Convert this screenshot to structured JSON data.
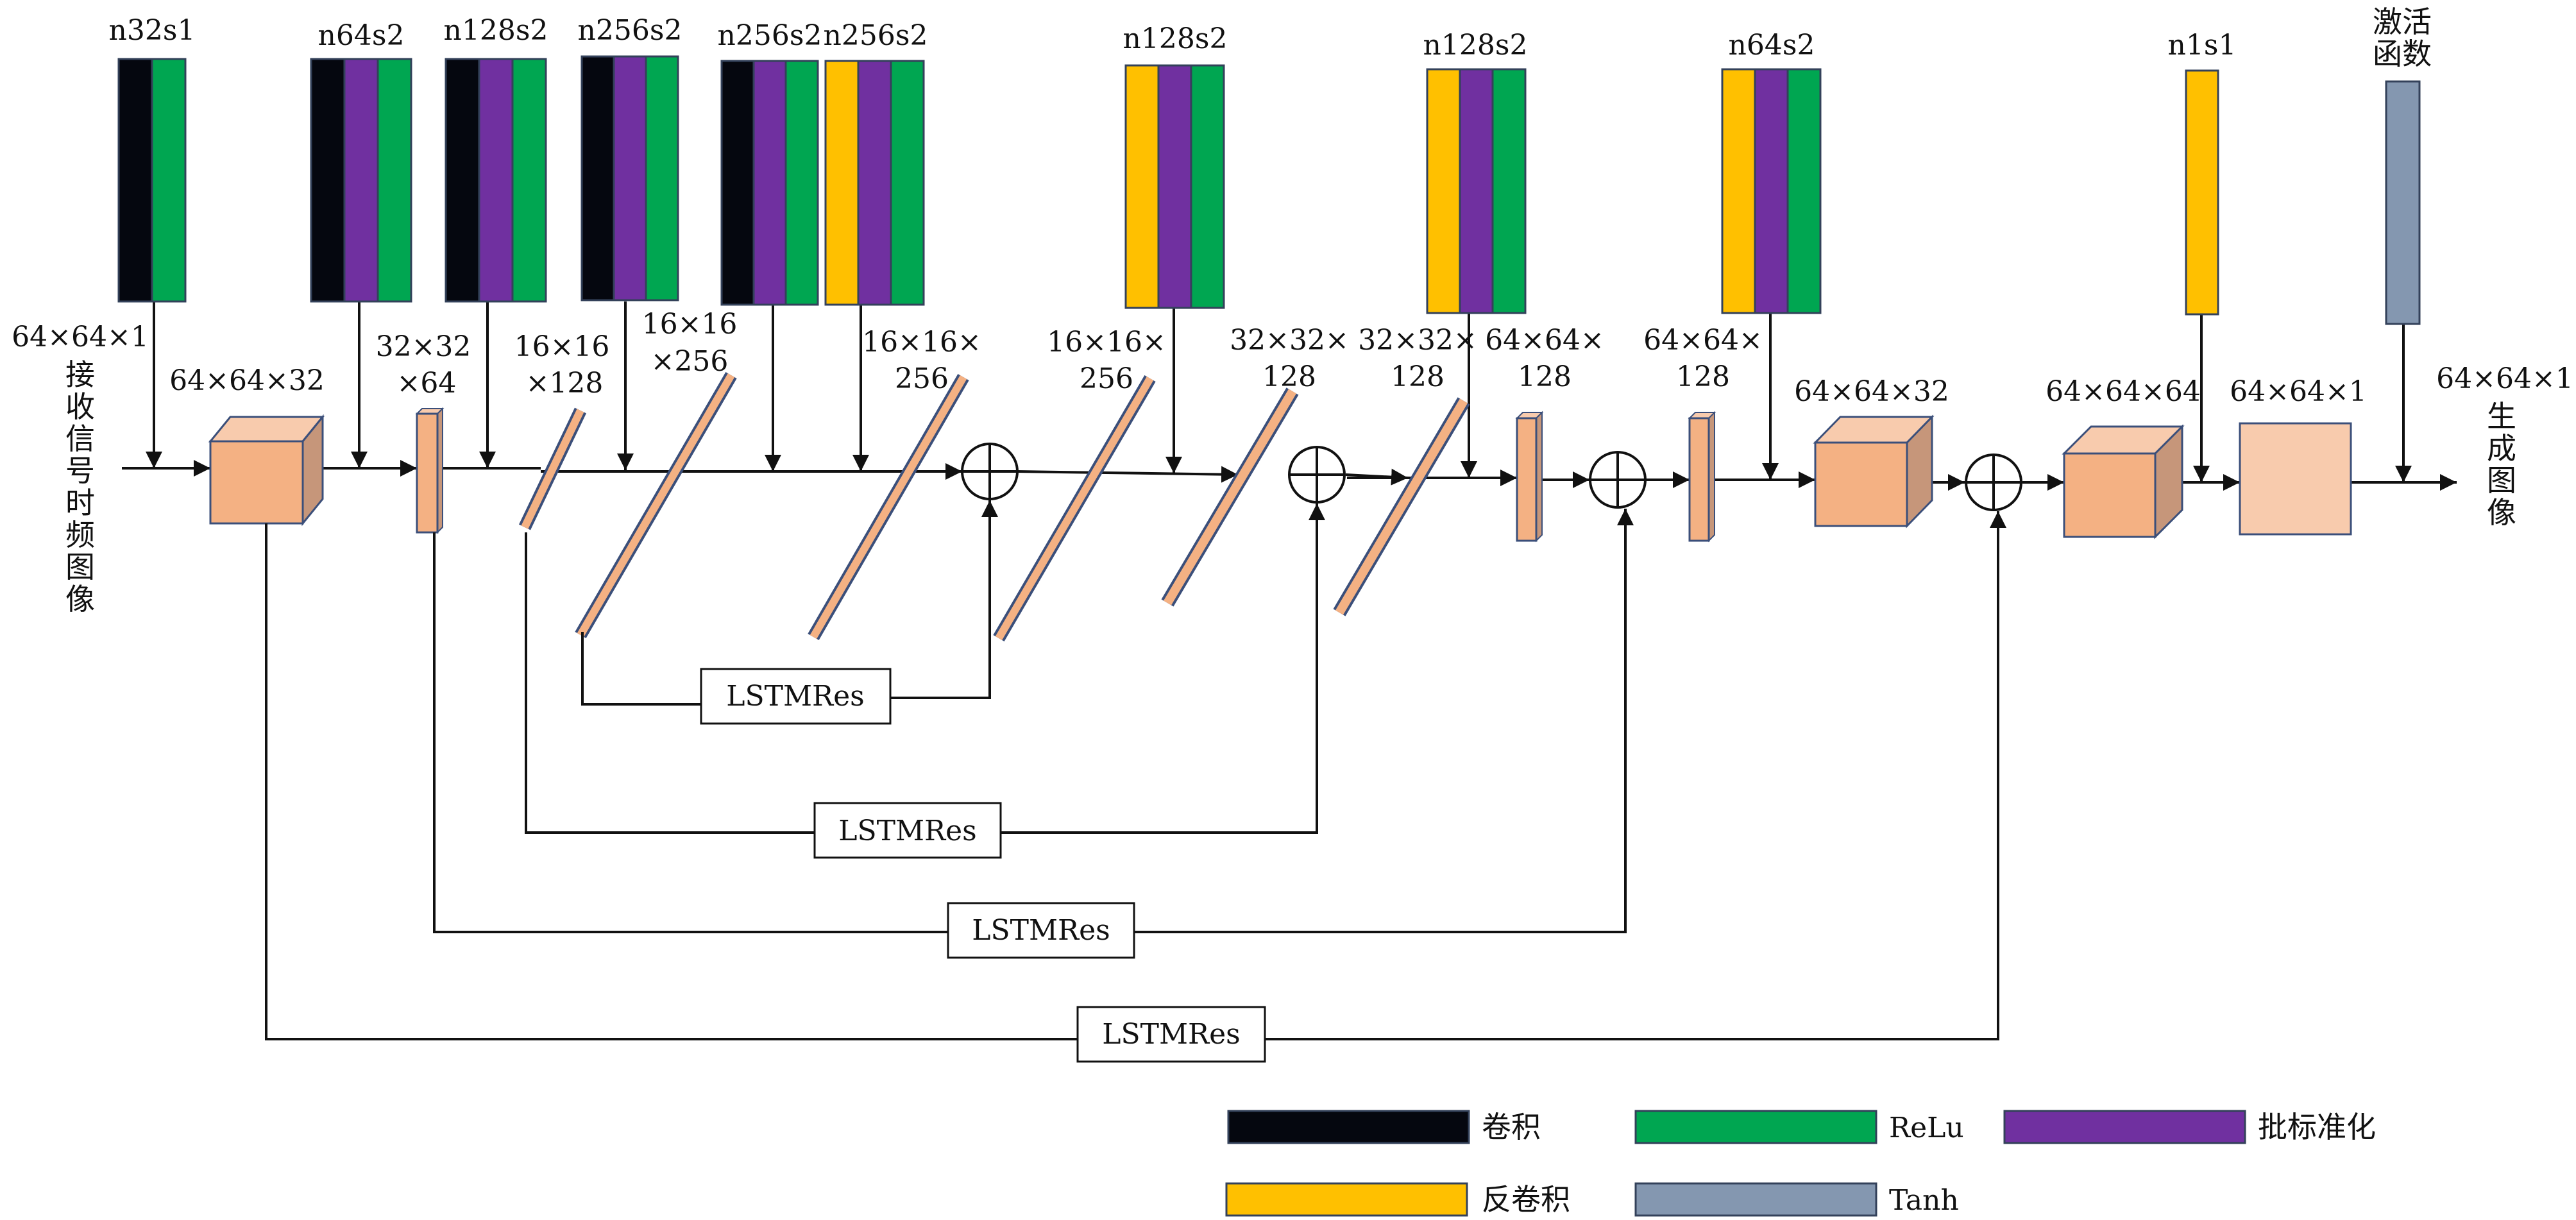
{
  "colors": {
    "conv": "#05070f",
    "relu": "#00a651",
    "batchnorm": "#7030a0",
    "deconv": "#ffc000",
    "tanh": "#8497b0",
    "feature": "#f4b183",
    "feature_light": "#f8cbad"
  },
  "input": {
    "size": "64×64×1",
    "name": [
      "接",
      "收",
      "信",
      "号",
      "时",
      "频",
      "图",
      "像"
    ]
  },
  "output": {
    "size": "64×64×1",
    "name": [
      "生",
      "成",
      "图",
      "像"
    ]
  },
  "blocks": [
    {
      "id": "b1",
      "label": "n32s1",
      "layers": [
        "conv",
        "relu"
      ]
    },
    {
      "id": "b2",
      "label": "n64s2",
      "layers": [
        "conv",
        "batchnorm",
        "relu"
      ]
    },
    {
      "id": "b3",
      "label": "n128s2",
      "layers": [
        "conv",
        "batchnorm",
        "relu"
      ]
    },
    {
      "id": "b4",
      "label": "n256s2",
      "layers": [
        "conv",
        "batchnorm",
        "relu"
      ]
    },
    {
      "id": "b5",
      "label": "n256s2",
      "layers": [
        "conv",
        "batchnorm",
        "relu"
      ]
    },
    {
      "id": "b6",
      "label": "n256s2",
      "layers": [
        "deconv",
        "batchnorm",
        "relu"
      ]
    },
    {
      "id": "b7",
      "label": "n128s2",
      "layers": [
        "deconv",
        "batchnorm",
        "relu"
      ]
    },
    {
      "id": "b8",
      "label": "n128s2",
      "layers": [
        "deconv",
        "batchnorm",
        "relu"
      ]
    },
    {
      "id": "b9",
      "label": "n64s2",
      "layers": [
        "deconv",
        "batchnorm",
        "relu"
      ]
    },
    {
      "id": "b10",
      "label": "n1s1",
      "layers": [
        "deconv"
      ]
    },
    {
      "id": "b11",
      "label": [
        "激活",
        "函数"
      ],
      "layers": [
        "tanh"
      ]
    }
  ],
  "feature_sizes": [
    {
      "id": "f1",
      "lines": [
        "64×64×32"
      ]
    },
    {
      "id": "f2",
      "lines": [
        "32×32",
        "×64"
      ]
    },
    {
      "id": "f3",
      "lines": [
        "16×16",
        "×128"
      ]
    },
    {
      "id": "f4",
      "lines": [
        "16×16",
        "×256"
      ]
    },
    {
      "id": "f5",
      "lines": [
        "16×16×",
        "256"
      ]
    },
    {
      "id": "f6",
      "lines": [
        "16×16×",
        "256"
      ]
    },
    {
      "id": "f7",
      "lines": [
        "32×32×",
        "128"
      ]
    },
    {
      "id": "f8",
      "lines": [
        "32×32×",
        "128"
      ]
    },
    {
      "id": "f9",
      "lines": [
        "64×64×",
        "128"
      ]
    },
    {
      "id": "f10",
      "lines": [
        "64×64×",
        "128"
      ]
    },
    {
      "id": "f11",
      "lines": [
        "64×64×32"
      ]
    },
    {
      "id": "f12",
      "lines": [
        "64×64×64"
      ]
    },
    {
      "id": "f13",
      "lines": [
        "64×64×1"
      ]
    }
  ],
  "skips": [
    {
      "id": "skip1",
      "label": "LSTMRes"
    },
    {
      "id": "skip2",
      "label": "LSTMRes"
    },
    {
      "id": "skip3",
      "label": "LSTMRes"
    },
    {
      "id": "skip4",
      "label": "LSTMRes"
    }
  ],
  "legend": [
    {
      "key": "conv",
      "label": "卷积"
    },
    {
      "key": "relu",
      "label": "ReLu"
    },
    {
      "key": "batchnorm",
      "label": "批标准化"
    },
    {
      "key": "deconv",
      "label": "反卷积"
    },
    {
      "key": "tanh",
      "label": "Tanh"
    }
  ]
}
